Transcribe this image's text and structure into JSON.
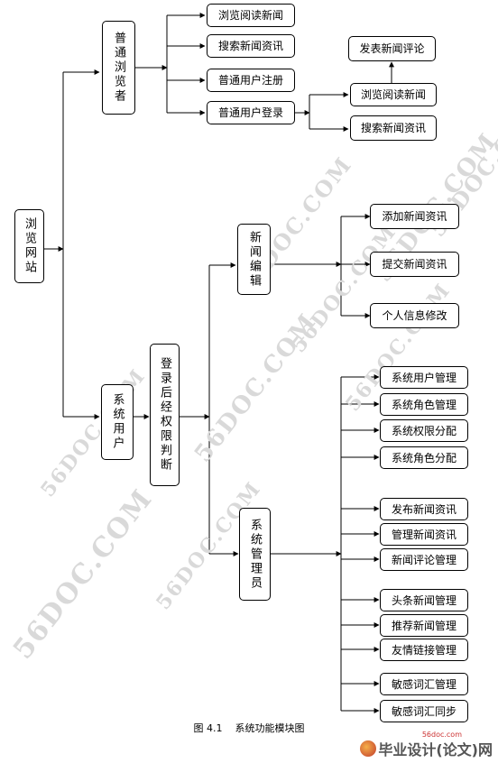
{
  "diagram": {
    "root": "浏览网站",
    "guest": {
      "label": "普通浏览者",
      "items": [
        "浏览阅读新闻",
        "搜索新闻资讯",
        "普通用户注册",
        "普通用户登录"
      ],
      "login_sub": [
        "浏览阅读新闻",
        "搜索新闻资讯"
      ],
      "login_sub_top": "发表新闻评论"
    },
    "system_user": "系统用户",
    "permission": "登录后经权限判断",
    "editor": {
      "label": "新闻编辑",
      "items": [
        "添加新闻资讯",
        "提交新闻资讯",
        "个人信息修改"
      ]
    },
    "admin": {
      "label": "系统管理员",
      "items": [
        "系统用户管理",
        "系统角色管理",
        "系统权限分配",
        "系统角色分配",
        "发布新闻资讯",
        "管理新闻资讯",
        "新闻评论管理",
        "头条新闻管理",
        "推荐新闻管理",
        "友情链接管理",
        "敏感词汇管理",
        "敏感词汇同步"
      ]
    }
  },
  "caption": "图 4.1    系统功能模块图",
  "watermark": "56DOC.COM",
  "footer": {
    "site": "56doc.com",
    "brand": "毕业设计(论文)网"
  }
}
